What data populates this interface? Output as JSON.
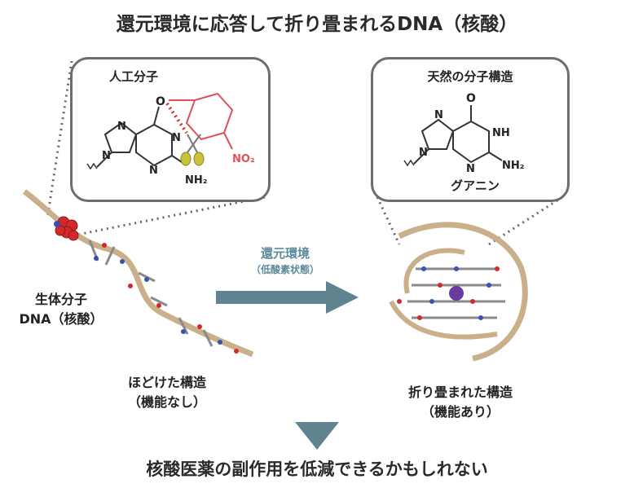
{
  "title": "還元環境に応答して折り畳まれるDNA（核酸）",
  "left_box": {
    "label": "人工分子",
    "atoms": {
      "o": "O",
      "n1": "N",
      "n2": "N",
      "n3": "N",
      "n4": "N",
      "nh2": "NH₂",
      "no2": "NO₂"
    }
  },
  "right_box": {
    "label": "天然の分子構造",
    "name": "グアニン",
    "atoms": {
      "o": "O",
      "n1": "N",
      "n2": "N",
      "n3": "N",
      "nh": "NH",
      "nh2": "NH₂"
    }
  },
  "left_dna": {
    "line1": "生体分子",
    "line2": "DNA（核酸）"
  },
  "arrow": {
    "label": "還元環境",
    "sub": "（低酸素状態）",
    "color": "#5f838f"
  },
  "unfolded": {
    "line1": "ほどけた構造",
    "line2": "（機能なし）"
  },
  "folded": {
    "line1": "折り畳まれた構造",
    "line2": "（機能あり）"
  },
  "down_arrow": {
    "color": "#5f838f"
  },
  "bottom": "核酸医薬の副作用を低減できるかもしれない",
  "colors": {
    "backbone": "#c9b08a",
    "red": "#d22a2a",
    "blue": "#3a4fb0",
    "nitro": "#e0505a",
    "scissors": "#c9c23a"
  }
}
